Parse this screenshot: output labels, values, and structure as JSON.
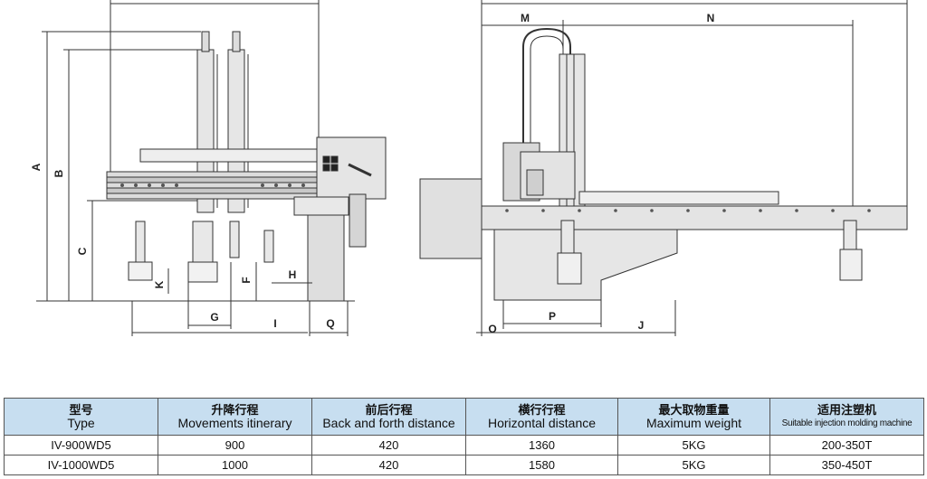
{
  "left_view": {
    "dimension_labels": [
      "A",
      "B",
      "C",
      "K",
      "G",
      "I",
      "F",
      "H",
      "Q"
    ]
  },
  "right_view": {
    "dimension_labels": [
      "M",
      "N",
      "O",
      "P",
      "J"
    ]
  },
  "spec_table": {
    "headers": [
      {
        "zh": "型号",
        "en": "Type"
      },
      {
        "zh": "升降行程",
        "en": "Movements itinerary"
      },
      {
        "zh": "前后行程",
        "en": "Back and forth distance"
      },
      {
        "zh": "横行行程",
        "en": "Horizontal distance"
      },
      {
        "zh": "最大取物重量",
        "en": "Maximum weight"
      },
      {
        "zh": "适用注塑机",
        "en": "Suitable injection molding machine"
      }
    ],
    "rows": [
      [
        "IV-900WD5",
        "900",
        "420",
        "1360",
        "5KG",
        "200-350T"
      ],
      [
        "IV-1000WD5",
        "1000",
        "420",
        "1580",
        "5KG",
        "350-450T"
      ]
    ]
  }
}
